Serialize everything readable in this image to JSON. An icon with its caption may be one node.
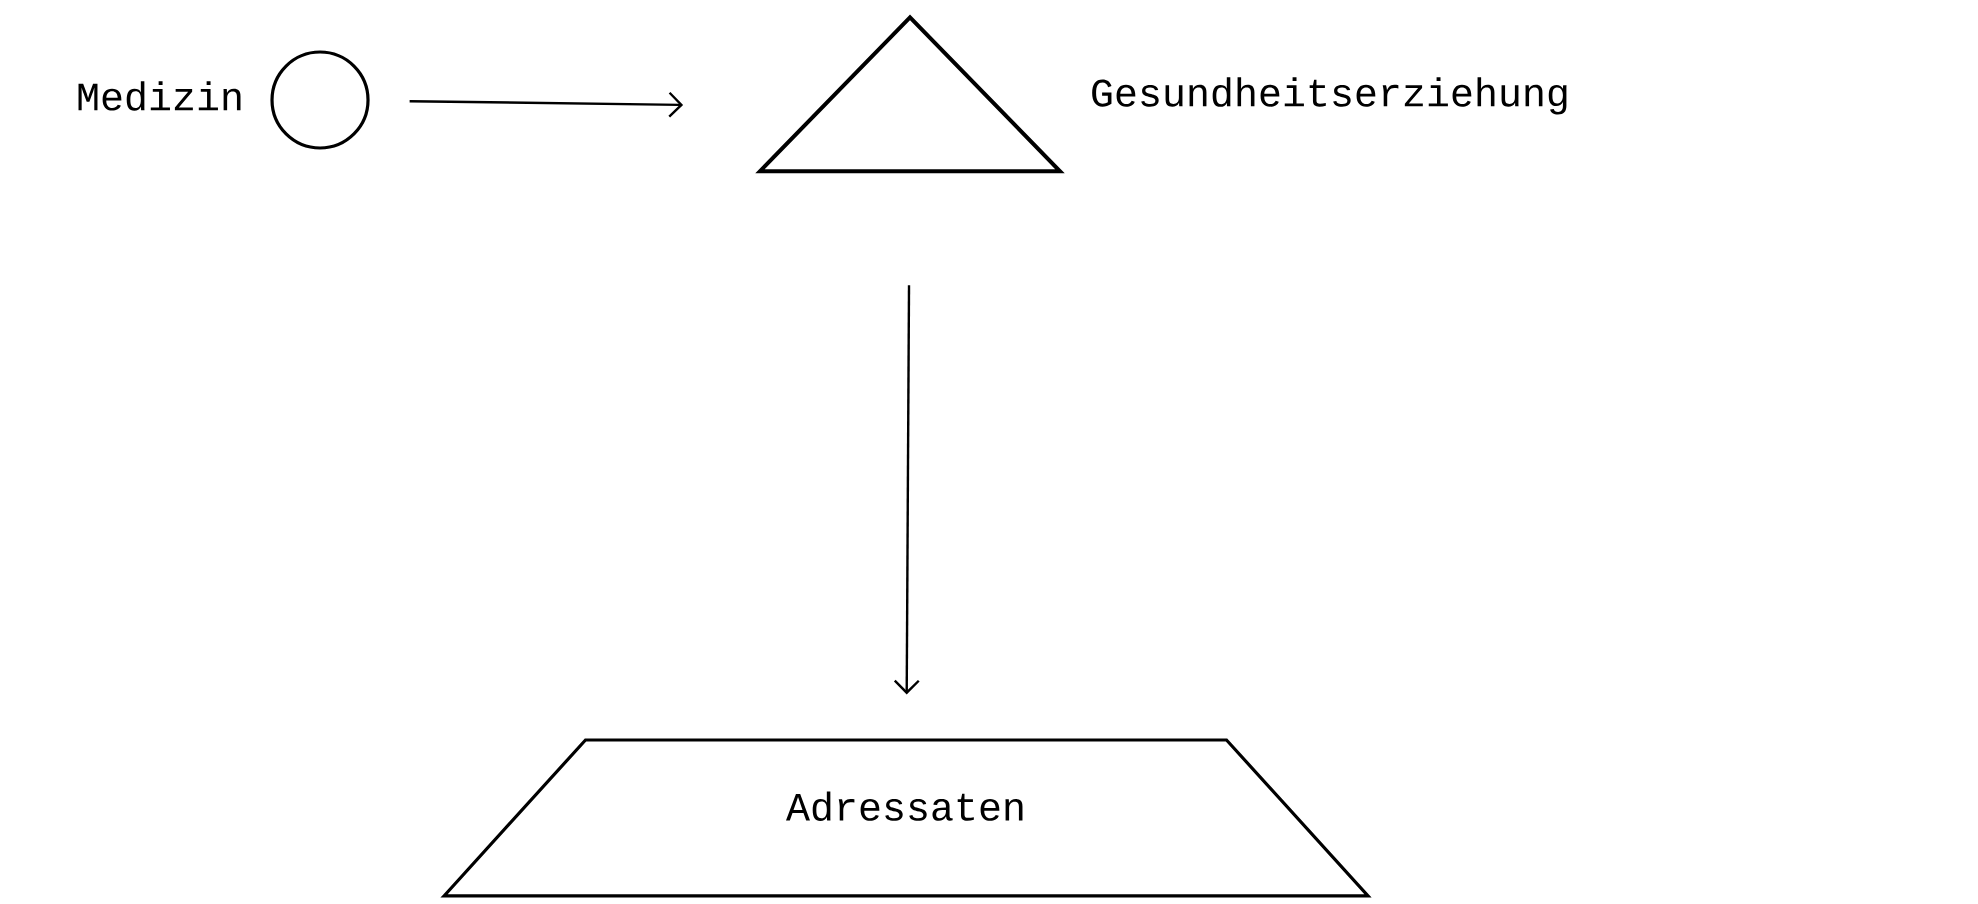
{
  "diagram": {
    "nodes": [
      {
        "text": [],
        "shape": "circle",
        "beside": [
          "Medizin"
        ]
      },
      {
        "text": [],
        "shape": "triangle",
        "beside": [
          "Gesundheitserziehung"
        ]
      },
      {
        "text": [
          "Adressaten"
        ]
      }
    ],
    "edges": [
      {
        "from": 0,
        "to": 1,
        "arrow": "to"
      },
      {
        "from": 1,
        "to": 2,
        "arrow": "to"
      }
    ]
  }
}
